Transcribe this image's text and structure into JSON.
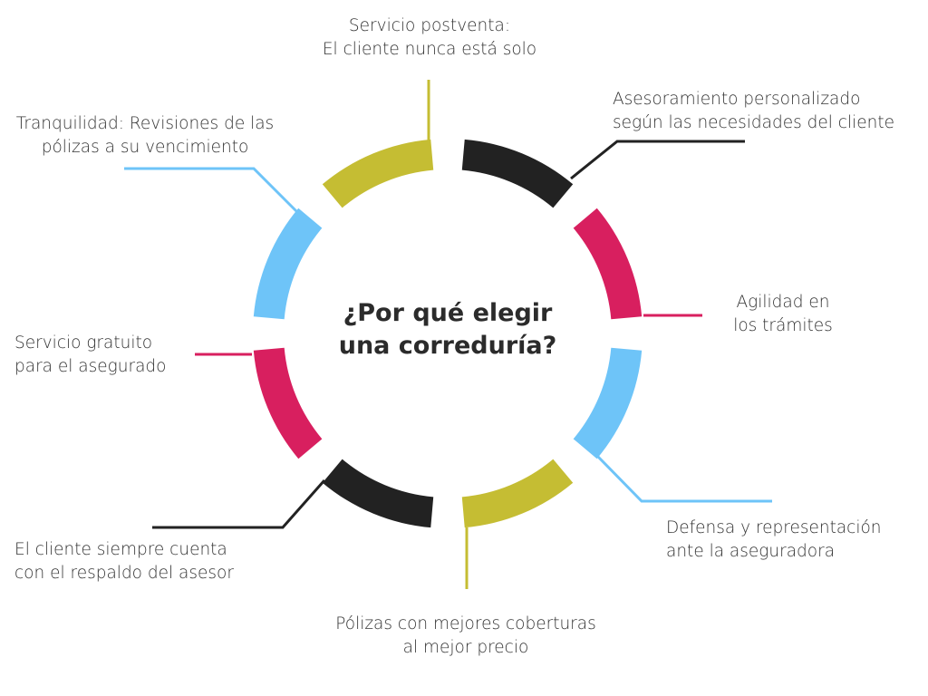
{
  "center_title": [
    "¿Por qué elegir",
    "una correduría?"
  ],
  "colors": {
    "yellow": "#c5bd33",
    "black": "#222222",
    "magenta": "#d81f5f",
    "blue": "#6ec4f8"
  },
  "segments": [
    {
      "id": "postventa",
      "color": "yellow",
      "lines": [
        "Servicio postventa:",
        "El cliente nunca está solo"
      ]
    },
    {
      "id": "asesoramiento",
      "color": "black",
      "lines": [
        "Asesoramiento personalizado",
        "según las necesidades del cliente"
      ]
    },
    {
      "id": "agilidad",
      "color": "magenta",
      "lines": [
        "Agilidad en",
        "los trámites"
      ]
    },
    {
      "id": "defensa",
      "color": "blue",
      "lines": [
        "Defensa y representación",
        "ante la aseguradora"
      ]
    },
    {
      "id": "polizas",
      "color": "yellow",
      "lines": [
        "Pólizas con mejores coberturas",
        "al mejor precio"
      ]
    },
    {
      "id": "respaldo",
      "color": "black",
      "lines": [
        "El cliente siempre cuenta",
        "con el respaldo del asesor"
      ]
    },
    {
      "id": "gratuito",
      "color": "magenta",
      "lines": [
        "Servicio gratuito",
        "para el asegurado"
      ]
    },
    {
      "id": "tranquilidad",
      "color": "blue",
      "lines": [
        "Tranquilidad: Revisiones de las",
        "pólizas a su vencimiento"
      ]
    }
  ]
}
